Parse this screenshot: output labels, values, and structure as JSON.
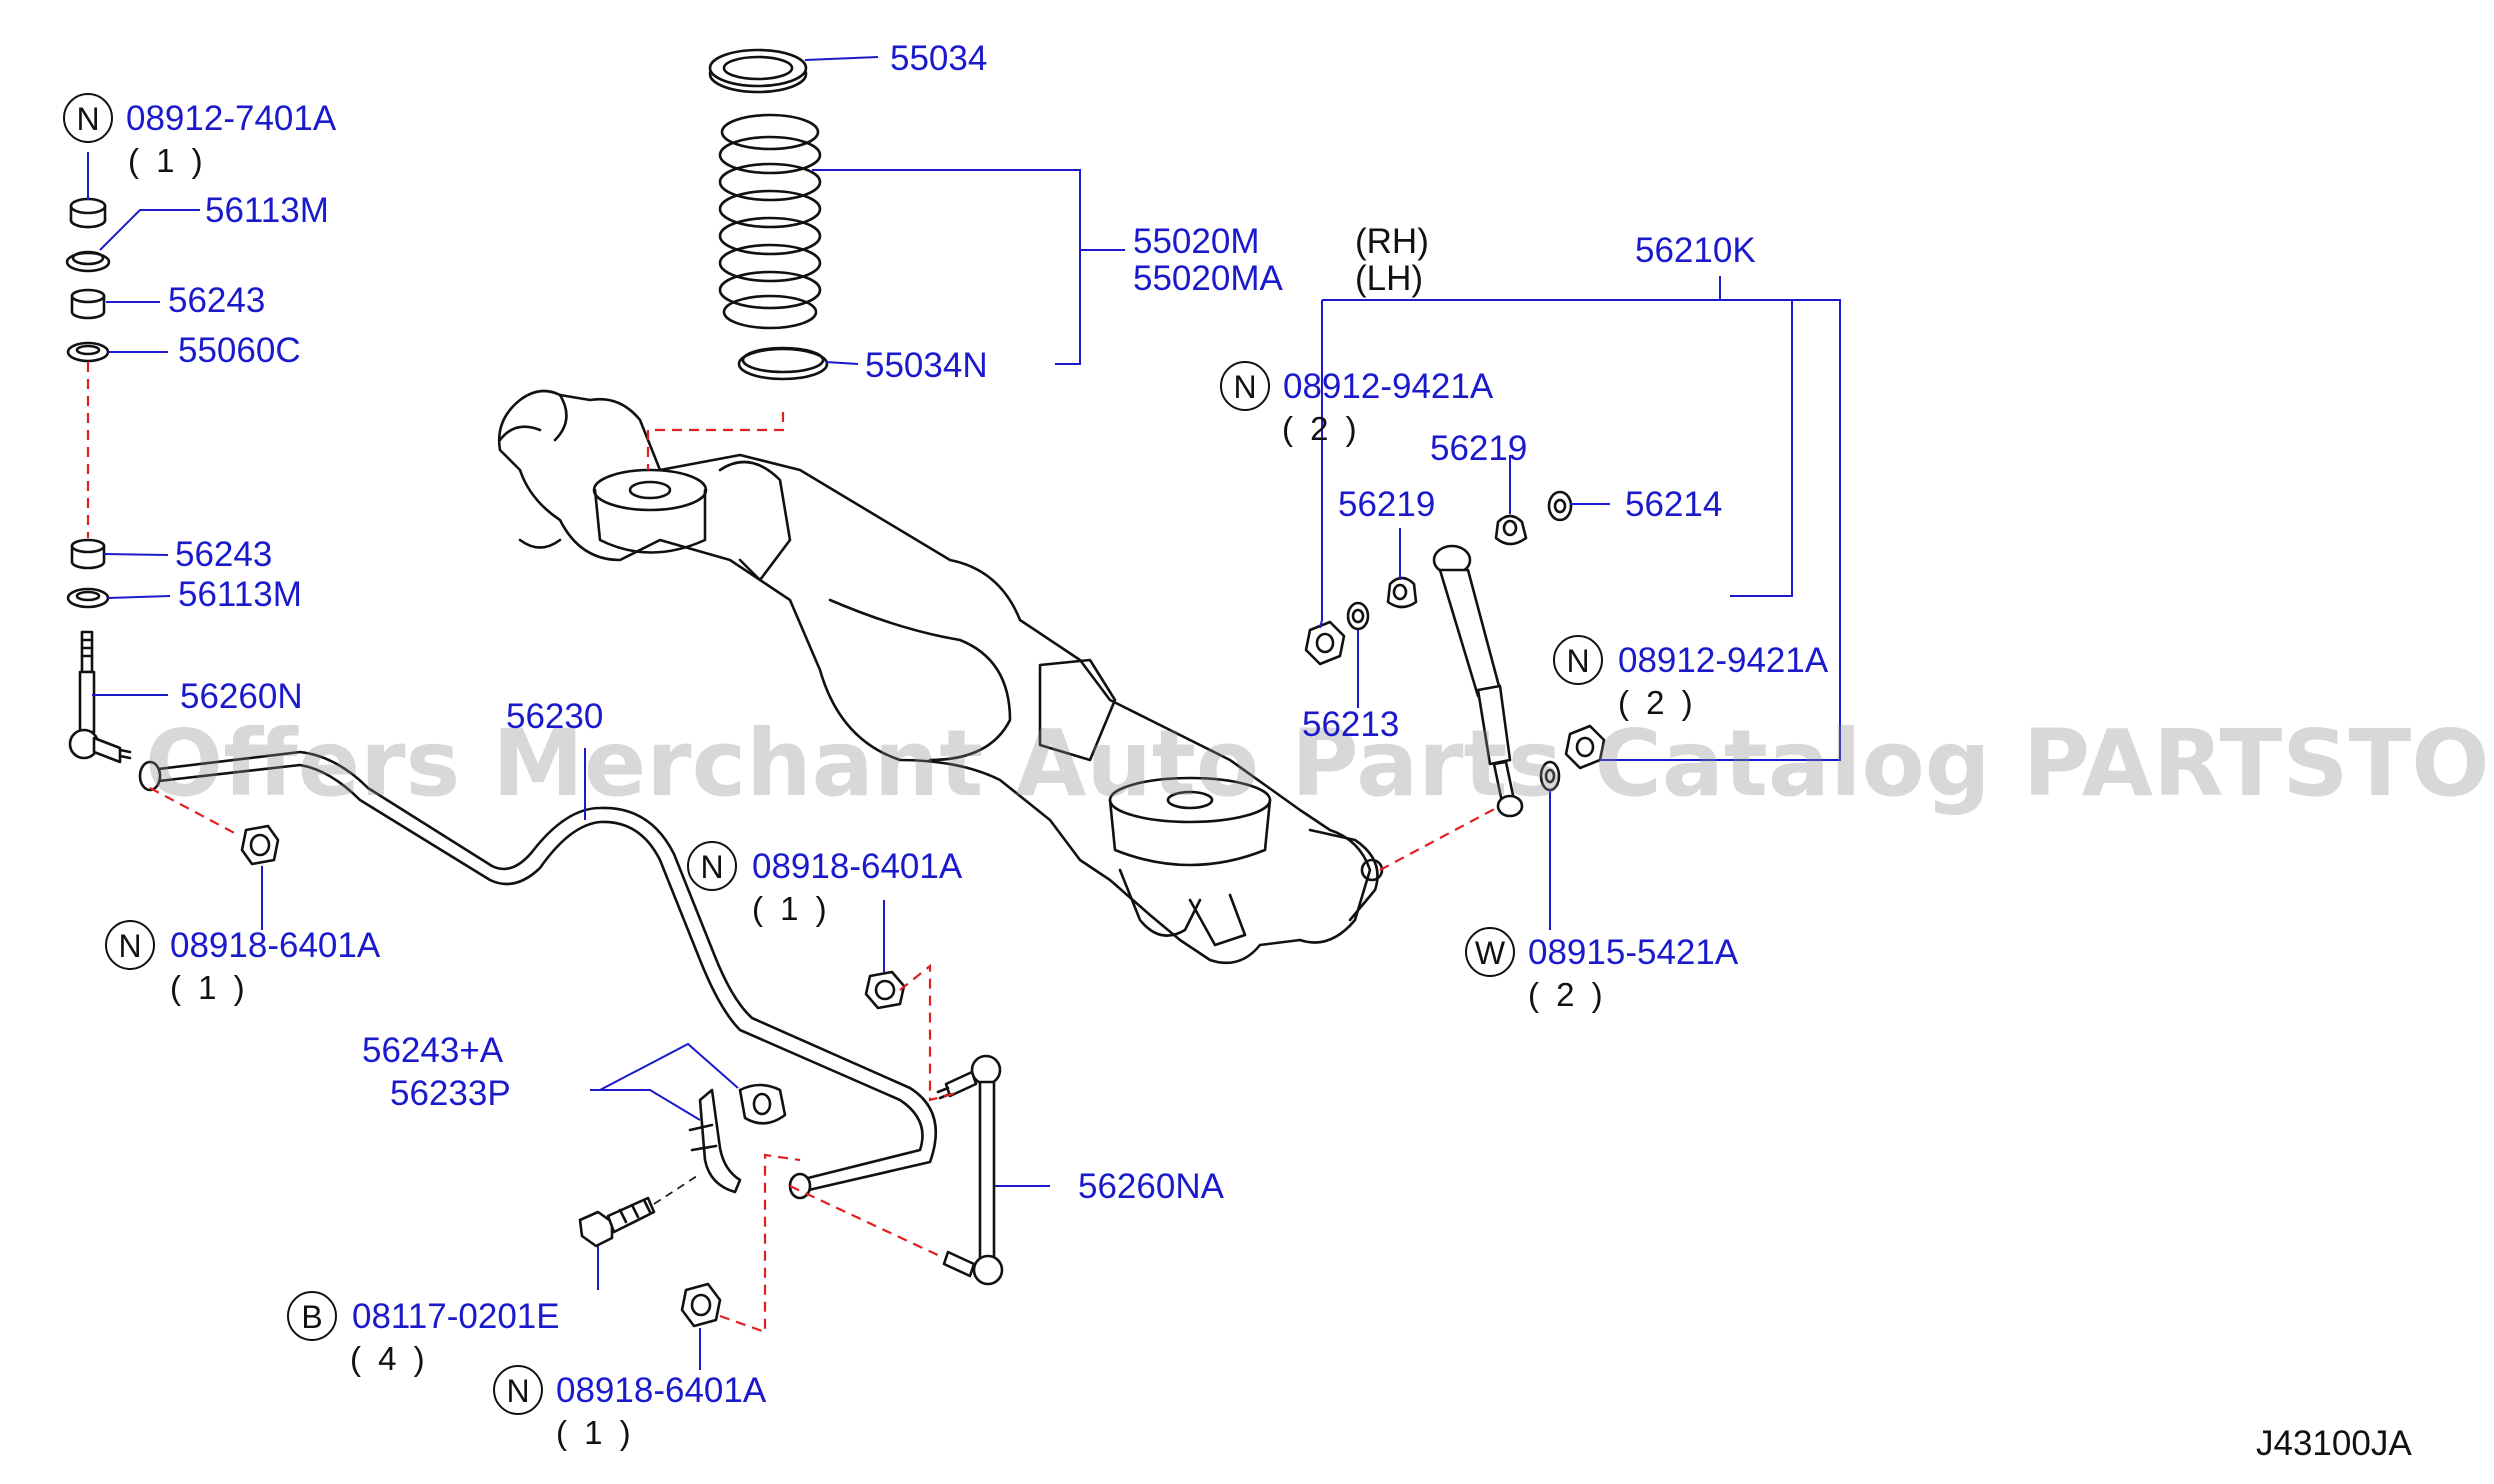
{
  "diagram_code": "J43100JA",
  "watermark": "Offers Merchant Auto Parts Catalog PARTSTORE.SA",
  "colors": {
    "label": "#1a1acc",
    "leader": "#1a1acc",
    "dashed": "#e02020",
    "line": "#111111"
  },
  "parts": {
    "p55034": "55034",
    "p55020M": "55020M",
    "p55020MA": "55020MA",
    "rh": "(RH)",
    "lh": "(LH)",
    "p56210K": "56210K",
    "p55034N": "55034N",
    "p08912_7401A": "08912-7401A",
    "p56113M_top": "56113M",
    "p56243_top": "56243",
    "p55060C": "55060C",
    "p56243_low": "56243",
    "p56113M_low": "56113M",
    "p56260N": "56260N",
    "p56230": "56230",
    "p08912_9421A_a": "08912-9421A",
    "p56219_a": "56219",
    "p56219_b": "56219",
    "p56214": "56214",
    "p56213": "56213",
    "p08912_9421A_b": "08912-9421A",
    "p08918_6401A_left": "08918-6401A",
    "p08918_6401A_mid": "08918-6401A",
    "p08915_5421A": "08915-5421A",
    "p56243A": "56243+A",
    "p56233P": "56233P",
    "p56260NA": "56260NA",
    "p08117_0201E": "08117-0201E",
    "p08918_6401A_bot": "08918-6401A"
  },
  "quantities": {
    "q08912_7401A": "( 1 )",
    "q08912_9421A_a": "( 2 )",
    "q08912_9421A_b": "( 2 )",
    "q08918_6401A_left": "( 1 )",
    "q08918_6401A_mid": "( 1 )",
    "q08915_5421A": "( 2 )",
    "q08117_0201E": "( 4 )",
    "q08918_6401A_bot": "( 1 )"
  },
  "badges": {
    "n": "N",
    "w": "W",
    "b": "B"
  }
}
